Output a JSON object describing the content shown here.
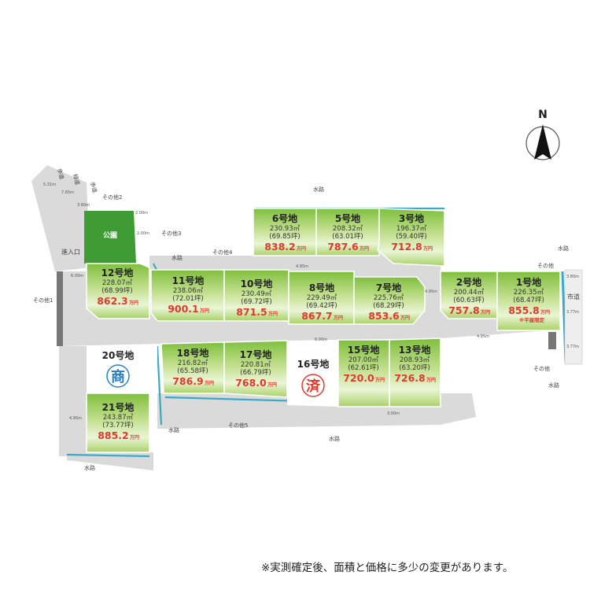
{
  "north": {
    "label": "N"
  },
  "plots": [
    {
      "id": "p1",
      "name": "1号地",
      "area": "226.35㎡",
      "tsubo": "(68.47坪)",
      "price": "855.8",
      "unit": "万円",
      "note": "※平屋限定"
    },
    {
      "id": "p2",
      "name": "2号地",
      "area": "200.44㎡",
      "tsubo": "(60.63坪)",
      "price": "757.8",
      "unit": "万円"
    },
    {
      "id": "p3",
      "name": "3号地",
      "area": "196.37㎡",
      "tsubo": "(59.40坪)",
      "price": "712.8",
      "unit": "万円"
    },
    {
      "id": "p5",
      "name": "5号地",
      "area": "208.32㎡",
      "tsubo": "(63.01坪)",
      "price": "787.6",
      "unit": "万円"
    },
    {
      "id": "p6",
      "name": "6号地",
      "area": "230.93㎡",
      "tsubo": "(69.85坪)",
      "price": "838.2",
      "unit": "万円"
    },
    {
      "id": "p7",
      "name": "7号地",
      "area": "225.76㎡",
      "tsubo": "(68.29坪)",
      "price": "853.6",
      "unit": "万円"
    },
    {
      "id": "p8",
      "name": "8号地",
      "area": "229.49㎡",
      "tsubo": "(69.42坪)",
      "price": "867.7",
      "unit": "万円"
    },
    {
      "id": "p10",
      "name": "10号地",
      "area": "230.49㎡",
      "tsubo": "(69.72坪)",
      "price": "871.5",
      "unit": "万円"
    },
    {
      "id": "p11",
      "name": "11号地",
      "area": "238.06㎡",
      "tsubo": "(72.01坪)",
      "price": "900.1",
      "unit": "万円"
    },
    {
      "id": "p12",
      "name": "12号地",
      "area": "228.07㎡",
      "tsubo": "(68.99坪)",
      "price": "862.3",
      "unit": "万円"
    },
    {
      "id": "p13",
      "name": "13号地",
      "area": "208.93㎡",
      "tsubo": "(63.20坪)",
      "price": "726.8",
      "unit": "万円"
    },
    {
      "id": "p15",
      "name": "15号地",
      "area": "207.00㎡",
      "tsubo": "(62.61坪)",
      "price": "720.0",
      "unit": "万円"
    },
    {
      "id": "p17",
      "name": "17号地",
      "area": "220.81㎡",
      "tsubo": "(66.79坪)",
      "price": "768.0",
      "unit": "万円"
    },
    {
      "id": "p18",
      "name": "18号地",
      "area": "216.82㎡",
      "tsubo": "(65.58坪)",
      "price": "786.9",
      "unit": "万円"
    },
    {
      "id": "p21",
      "name": "21号地",
      "area": "243.87㎡",
      "tsubo": "(73.77坪)",
      "price": "885.2",
      "unit": "万円"
    }
  ],
  "special_plots": {
    "p16": {
      "name": "16号地",
      "stamp": "済",
      "stamp_color": "#e0392b"
    },
    "p20": {
      "name": "20号地",
      "stamp": "商",
      "stamp_color": "#2a7fc4"
    }
  },
  "park": {
    "label": "公園"
  },
  "labels": {
    "sonota1": "その他1",
    "sonota2": "その他2",
    "sonota3": "その他3",
    "sonota4": "その他4",
    "sonota5": "その他5",
    "sonota_r1": "その他",
    "sonota_r2": "その他",
    "suiro": "水路",
    "entrance": "進入口",
    "shido": "市道",
    "hodo": "歩道",
    "ryokudo": "緑道"
  },
  "dimensions": {
    "d600_left": "6.00m",
    "d600_center": "6.00m",
    "d495_mid": "4.95m",
    "d495_right": "4.95m",
    "d495_lower": "4.95m",
    "d495_left": "4.95m",
    "d380": "3.80m",
    "d377a": "3.77m",
    "d377b": "3.77m",
    "d300": "3.00m",
    "d200a": "2.00m",
    "d200b": "2.00m",
    "d765": "7.65m",
    "d531": "5.31m",
    "d360": "3.60m"
  },
  "footer": "※実測確定後、面積と価格に多少の変更があります。",
  "colors": {
    "plot_green": "#9bcc4e",
    "park_green": "#3f9c35",
    "road_gray": "#dadada",
    "water": "#3aa9c9",
    "price_red": "#e0392b"
  }
}
